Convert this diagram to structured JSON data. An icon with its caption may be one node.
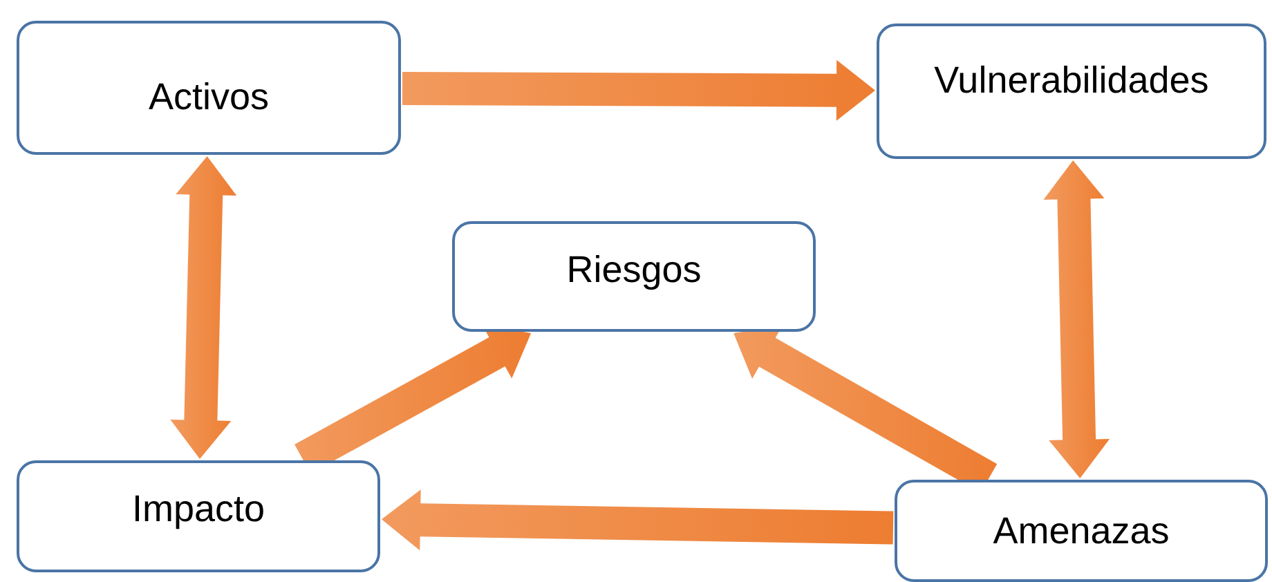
{
  "diagram": {
    "nodes": [
      {
        "text": [
          "Activos"
        ]
      },
      {
        "text": [
          "Vulnerabilidades"
        ]
      },
      {
        "text": [
          "Riesgos"
        ]
      },
      {
        "text": [
          "Impacto"
        ]
      },
      {
        "text": [
          "Amenazas"
        ]
      }
    ],
    "edges": [
      {
        "from": 0,
        "to": 1,
        "arrow": "to"
      },
      {
        "from": 0,
        "to": 3,
        "arrow": "both"
      },
      {
        "from": 1,
        "to": 4,
        "arrow": "both"
      },
      {
        "from": 3,
        "to": 2,
        "arrow": "to"
      },
      {
        "from": 4,
        "to": 2,
        "arrow": "to"
      },
      {
        "from": 4,
        "to": 3,
        "arrow": "to"
      }
    ]
  }
}
